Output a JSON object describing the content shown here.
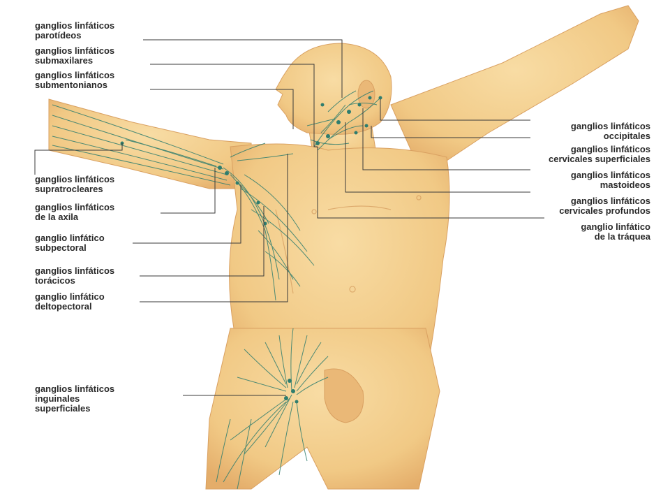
{
  "colors": {
    "skin": "#f3cf8c",
    "skin_shadow": "#e2a866",
    "vessel": "#2e7d6e",
    "leader": "#3a3a3a",
    "text": "#2a2a2a"
  },
  "labels": {
    "parotideos": [
      "ganglios linfáticos",
      "parotídeos"
    ],
    "submaxilares": [
      "ganglios linfáticos",
      "submaxilares"
    ],
    "submentonianos": [
      "ganglios linfáticos",
      "submentonianos"
    ],
    "supratrocleares": [
      "ganglios linfáticos",
      "supratrocleares"
    ],
    "axila": [
      "ganglios linfáticos",
      "de la axila"
    ],
    "subpectoral": [
      "ganglio linfático",
      "subpectoral"
    ],
    "toracicos": [
      "ganglios linfáticos",
      "torácicos"
    ],
    "deltopectoral": [
      "ganglio linfático",
      "deltopectoral"
    ],
    "inguinales": [
      "ganglios linfáticos",
      "inguinales",
      "superficiales"
    ],
    "occipitales": [
      "ganglios linfáticos",
      "occipitales"
    ],
    "cervicales_superficiales": [
      "ganglios linfáticos",
      "cervicales superficiales"
    ],
    "mastoideos": [
      "ganglios linfáticos",
      "mastoideos"
    ],
    "cervicales_profundos": [
      "ganglios linfáticos",
      "cervicales profundos"
    ],
    "traquea": [
      "ganglio linfático",
      "de la tráquea"
    ]
  }
}
